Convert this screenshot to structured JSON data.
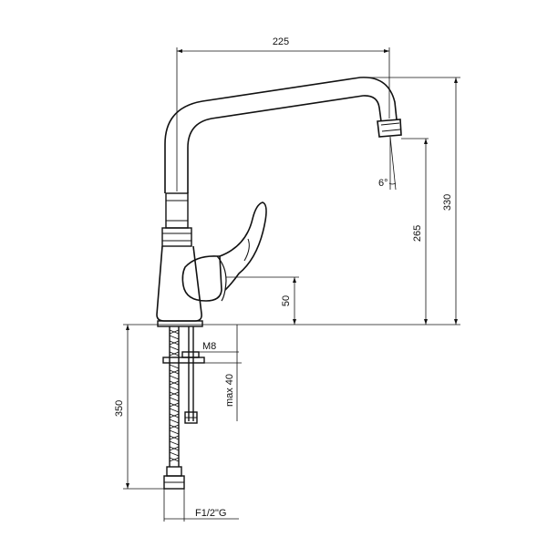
{
  "drawing": {
    "dimensions": {
      "spout_reach": "225",
      "total_height": "330",
      "outlet_height": "265",
      "lever_height": "50",
      "hose_length": "350",
      "stud_thread": "M8",
      "max_thickness": "max 40",
      "connection_thread": "F1/2\"G",
      "outlet_angle": "6°"
    }
  }
}
